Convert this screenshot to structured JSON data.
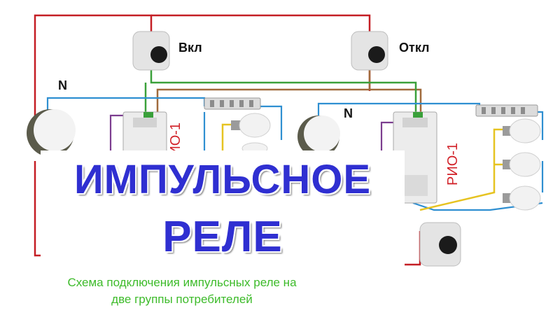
{
  "labels": {
    "on": "Вкл",
    "off": "Откл",
    "neutral_left": "N",
    "neutral_right": "N",
    "relay_left": "РИО-1",
    "relay_right": "РИО-1"
  },
  "title": {
    "line1": "ИМПУЛЬСНОЕ",
    "line2": "РЕЛЕ"
  },
  "caption": {
    "line1": "Схема подключения импульсных реле на",
    "line2": "две группы потребителей"
  },
  "colors": {
    "phase_wire": "#c41e24",
    "neutral_wire": "#2f8fd1",
    "ground_wire": "#3aa03a",
    "brown_wire": "#a06a3c",
    "yellow_wire": "#e6c321",
    "purple_wire": "#7c3d8f",
    "title_blue": "#2f2fd1",
    "caption_green": "#3dbb2a",
    "relay_text": "#d2232a"
  },
  "icons": [
    "switch-button-icon",
    "ceiling-lamp-icon",
    "led-bulb-icon",
    "terminal-block-icon",
    "din-relay-icon"
  ]
}
